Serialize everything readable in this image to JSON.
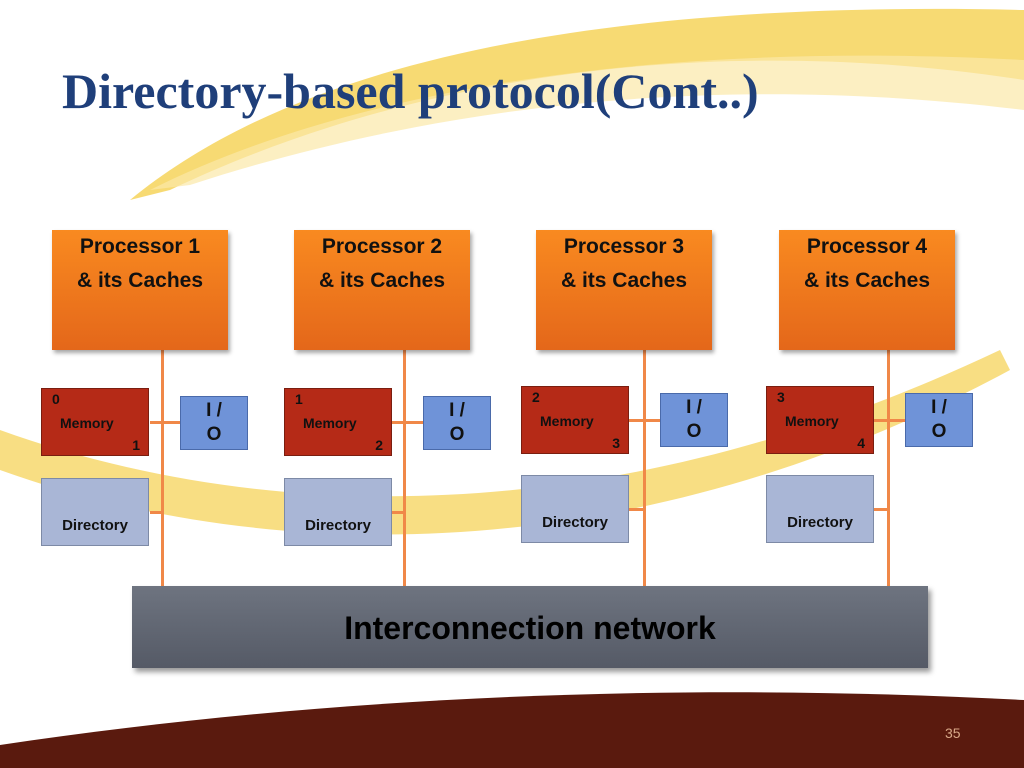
{
  "slide": {
    "title": "Directory-based protocol(Cont..)",
    "page_number": "35"
  },
  "nodes": [
    {
      "processor_line1": "Processor 1",
      "processor_line2": "& its Caches",
      "memory_start": "0",
      "memory_label": "Memory",
      "memory_end": "1",
      "io_line1": "I /",
      "io_line2": "O",
      "directory_label": "Directory"
    },
    {
      "processor_line1": "Processor 2",
      "processor_line2": "& its Caches",
      "memory_start": "1",
      "memory_label": "Memory",
      "memory_end": "2",
      "io_line1": "I /",
      "io_line2": "O",
      "directory_label": "Directory"
    },
    {
      "processor_line1": "Processor 3",
      "processor_line2": "& its Caches",
      "memory_start": "2",
      "memory_label": "Memory",
      "memory_end": "3",
      "io_line1": "I /",
      "io_line2": "O",
      "directory_label": "Directory"
    },
    {
      "processor_line1": "Processor 4",
      "processor_line2": "& its Caches",
      "memory_start": "3",
      "memory_label": "Memory",
      "memory_end": "4",
      "io_line1": "I /",
      "io_line2": "O",
      "directory_label": "Directory"
    }
  ],
  "network": {
    "label": "Interconnection network"
  },
  "colors": {
    "title": "#1f3f7a",
    "processor": "#f57f1e",
    "memory": "#b52a17",
    "io": "#6f93d8",
    "directory": "#a9b6d6",
    "network": "#62676f",
    "connector": "#f08848",
    "footer": "#5a1a0e",
    "swoosh": "#f5c518"
  }
}
